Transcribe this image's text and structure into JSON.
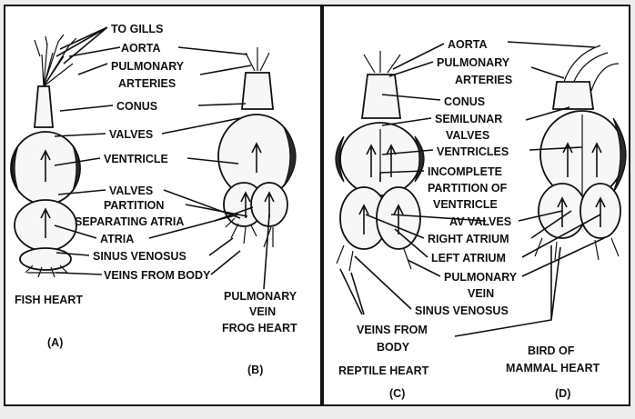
{
  "labels": {
    "to_gills": "TO GILLS",
    "aorta_left": "AORTA",
    "pulmonary_arteries_left_1": "PULMONARY",
    "pulmonary_arteries_left_2": "ARTERIES",
    "conus_left": "CONUS",
    "valves_top": "VALVES",
    "ventricle": "VENTRICLE",
    "valves_bottom": "VALVES",
    "partition": "PARTITION",
    "separating_atria": "SEPARATING ATRIA",
    "atria": "ATRIA",
    "sinus_venosus_left": "SINUS VENOSUS",
    "veins_from_body_left": "VEINS FROM BODY",
    "pulmonary_vein_frog_1": "PULMONARY",
    "pulmonary_vein_frog_2": "VEIN",
    "aorta_right": "AORTA",
    "pulmonary_arteries_right_1": "PULMONARY",
    "pulmonary_arteries_right_2": "ARTERIES",
    "conus_right": "CONUS",
    "semilunar_valves_1": "SEMILUNAR",
    "semilunar_valves_2": "VALVES",
    "ventricles": "VENTRICLES",
    "incomplete_partition_1": "INCOMPLETE",
    "incomplete_partition_2": "PARTITION OF",
    "incomplete_partition_3": "VENTRICLE",
    "av_valves": "AV VALVES",
    "right_atrium": "RIGHT ATRIUM",
    "left_atrium": "LEFT ATRIUM",
    "pulmonary_vein_right_1": "PULMONARY",
    "pulmonary_vein_right_2": "VEIN",
    "sinus_venosus_right": "SINUS VENOSUS",
    "veins_from_body_right_1": "VEINS FROM",
    "veins_from_body_right_2": "BODY"
  },
  "captions": {
    "fish_heart": "FISH HEART",
    "frog_heart": "FROG HEART",
    "reptile_heart": "REPTILE HEART",
    "bird_mammal_1": "BIRD OF",
    "bird_mammal_2": "MAMMAL HEART",
    "panel_a": "(A)",
    "panel_b": "(B)",
    "panel_c": "(C)",
    "panel_d": "(D)"
  }
}
